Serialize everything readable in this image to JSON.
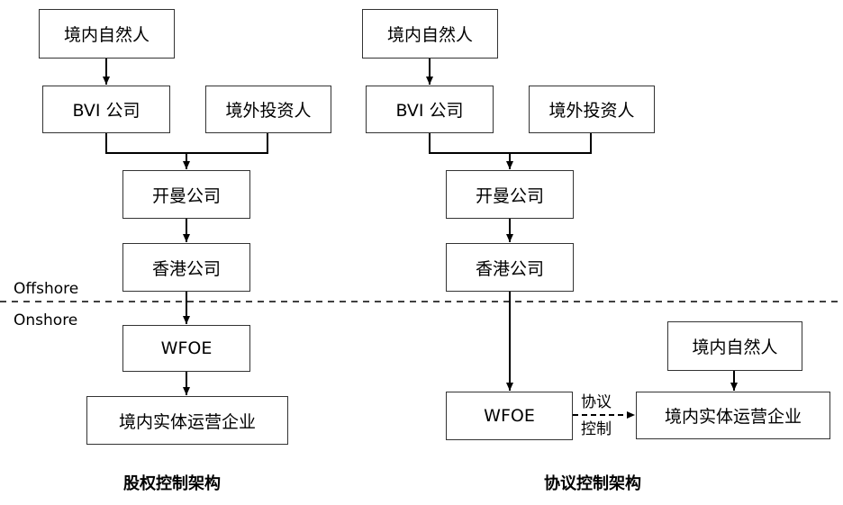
{
  "left": {
    "person": "境内自然人",
    "bvi": "BVI 公司",
    "foreign_investor": "境外投资人",
    "cayman": "开曼公司",
    "hongkong": "香港公司",
    "wfoe": "WFOE",
    "operating": "境内实体运营企业",
    "caption": "股权控制架构"
  },
  "right": {
    "person": "境内自然人",
    "bvi": "BVI 公司",
    "foreign_investor": "境外投资人",
    "cayman": "开曼公司",
    "hongkong": "香港公司",
    "wfoe": "WFOE",
    "person2": "境内自然人",
    "operating": "境内实体运营企业",
    "agreement_line1": "协议",
    "agreement_line2": "控制",
    "caption": "协议控制架构"
  },
  "divider": {
    "offshore": "Offshore",
    "onshore": "Onshore"
  }
}
